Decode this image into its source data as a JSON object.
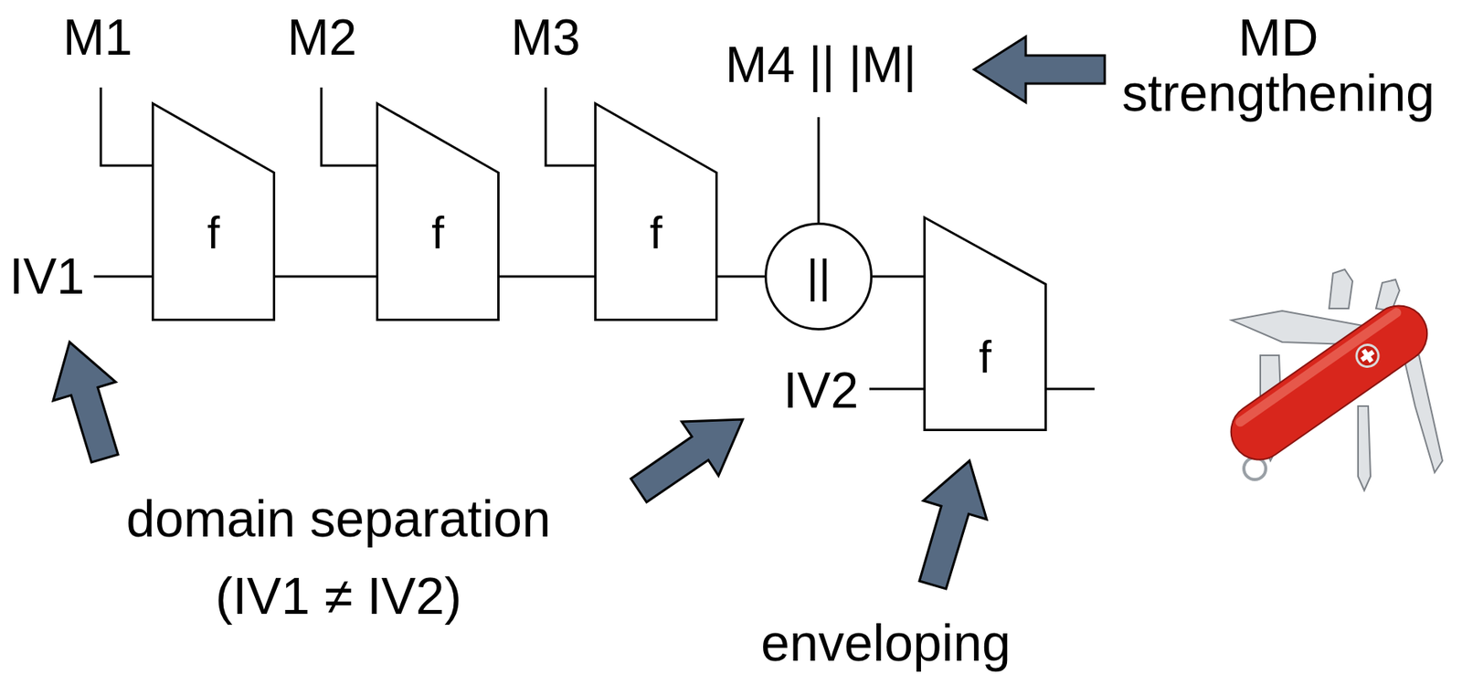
{
  "diagram": {
    "nodes": [
      {
        "text": [
          "f"
        ]
      },
      {
        "text": [
          "f"
        ]
      },
      {
        "text": [
          "f"
        ]
      },
      {
        "text": [
          "||"
        ]
      },
      {
        "text": [
          "f"
        ]
      }
    ],
    "edges": [
      {
        "from": 0,
        "to": 1,
        "arrow": "none"
      },
      {
        "from": 1,
        "to": 2,
        "arrow": "none"
      },
      {
        "from": 2,
        "to": 3,
        "arrow": "none"
      },
      {
        "from": 3,
        "to": 4,
        "arrow": "none"
      }
    ],
    "labels": [
      "M1",
      "M2",
      "M3",
      "M4 || |M|",
      "MD",
      "strengthening",
      "IV1",
      "IV2",
      "domain separation",
      "(IV1 ≠ IV2)",
      "enveloping"
    ]
  }
}
